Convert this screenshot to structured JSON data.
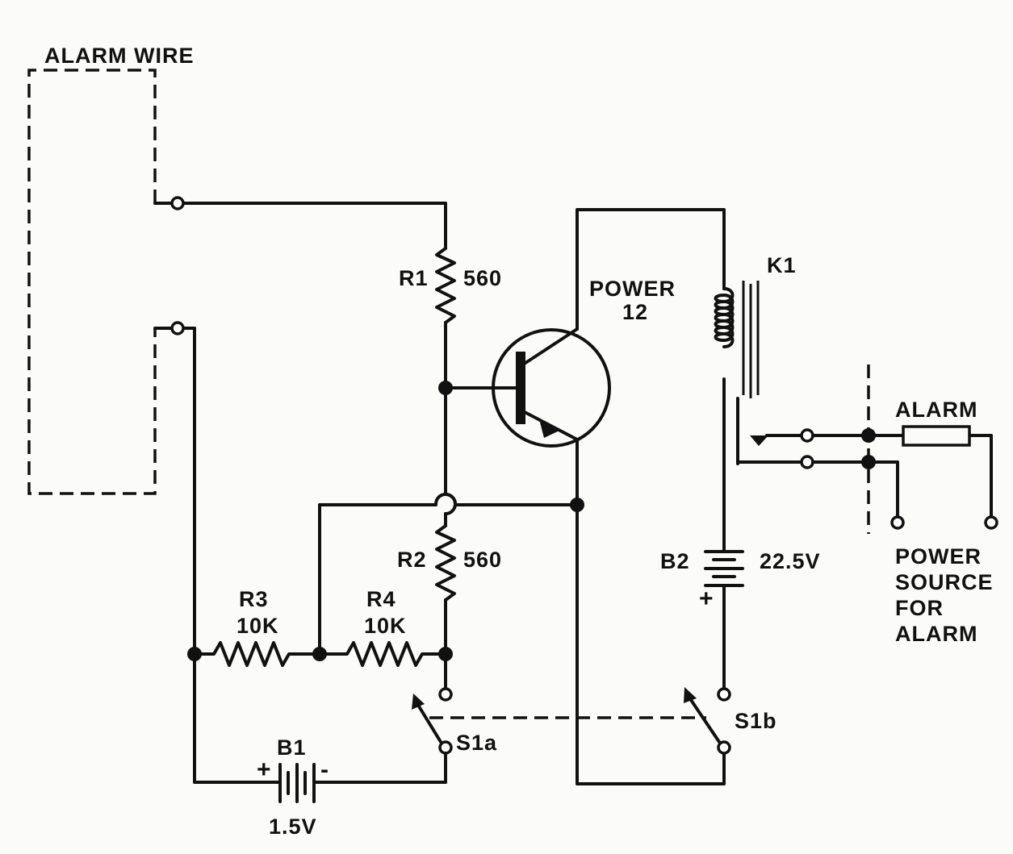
{
  "labels": {
    "alarm_wire": "ALARM WIRE",
    "r1": "R1",
    "r1_value": "560",
    "r2": "R2",
    "r2_value": "560",
    "r3": "R3",
    "r3_value": "10K",
    "r4": "R4",
    "r4_value": "10K",
    "transistor_line1": "POWER",
    "transistor_line2": "12",
    "relay": "K1",
    "alarm": "ALARM",
    "power_source": [
      "POWER",
      "SOURCE",
      "FOR",
      "ALARM"
    ],
    "b1": "B1",
    "b1_value": "1.5V",
    "b1_plus": "+",
    "b1_minus": "-",
    "b2": "B2",
    "b2_value": "22.5V",
    "b2_plus": "+",
    "s1a": "S1a",
    "s1b": "S1b"
  }
}
